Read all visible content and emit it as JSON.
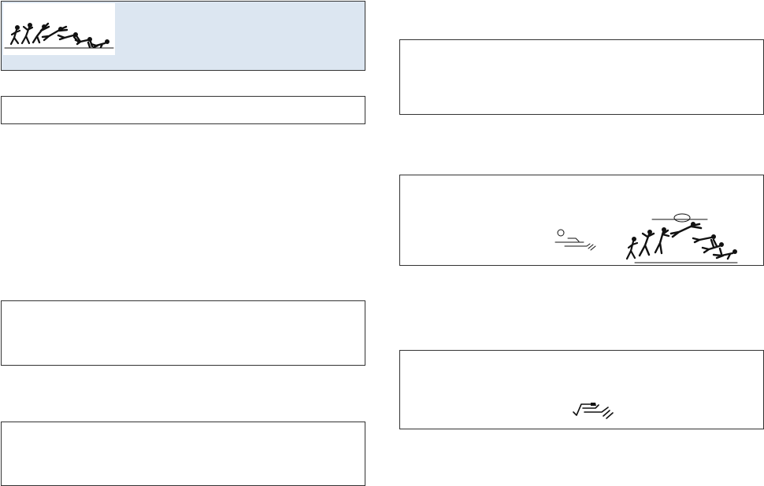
{
  "header": {
    "background_color": "#dce6f1",
    "logo_icon": "gymnast-roll-sequence-icon"
  },
  "left_column": {
    "boxes": [
      {
        "name": "left-box-1"
      },
      {
        "name": "left-box-2"
      },
      {
        "name": "left-box-3"
      }
    ]
  },
  "right_column": {
    "boxes": [
      {
        "name": "right-box-1"
      },
      {
        "name": "right-box-2",
        "illustrations": [
          "ball-roll-symbol-icon",
          "dive-roll-sequence-icon"
        ]
      },
      {
        "name": "right-box-3",
        "illustrations": [
          "prone-floor-symbol-icon"
        ]
      }
    ]
  },
  "colors": {
    "border": "#333333",
    "ink": "#111111"
  }
}
